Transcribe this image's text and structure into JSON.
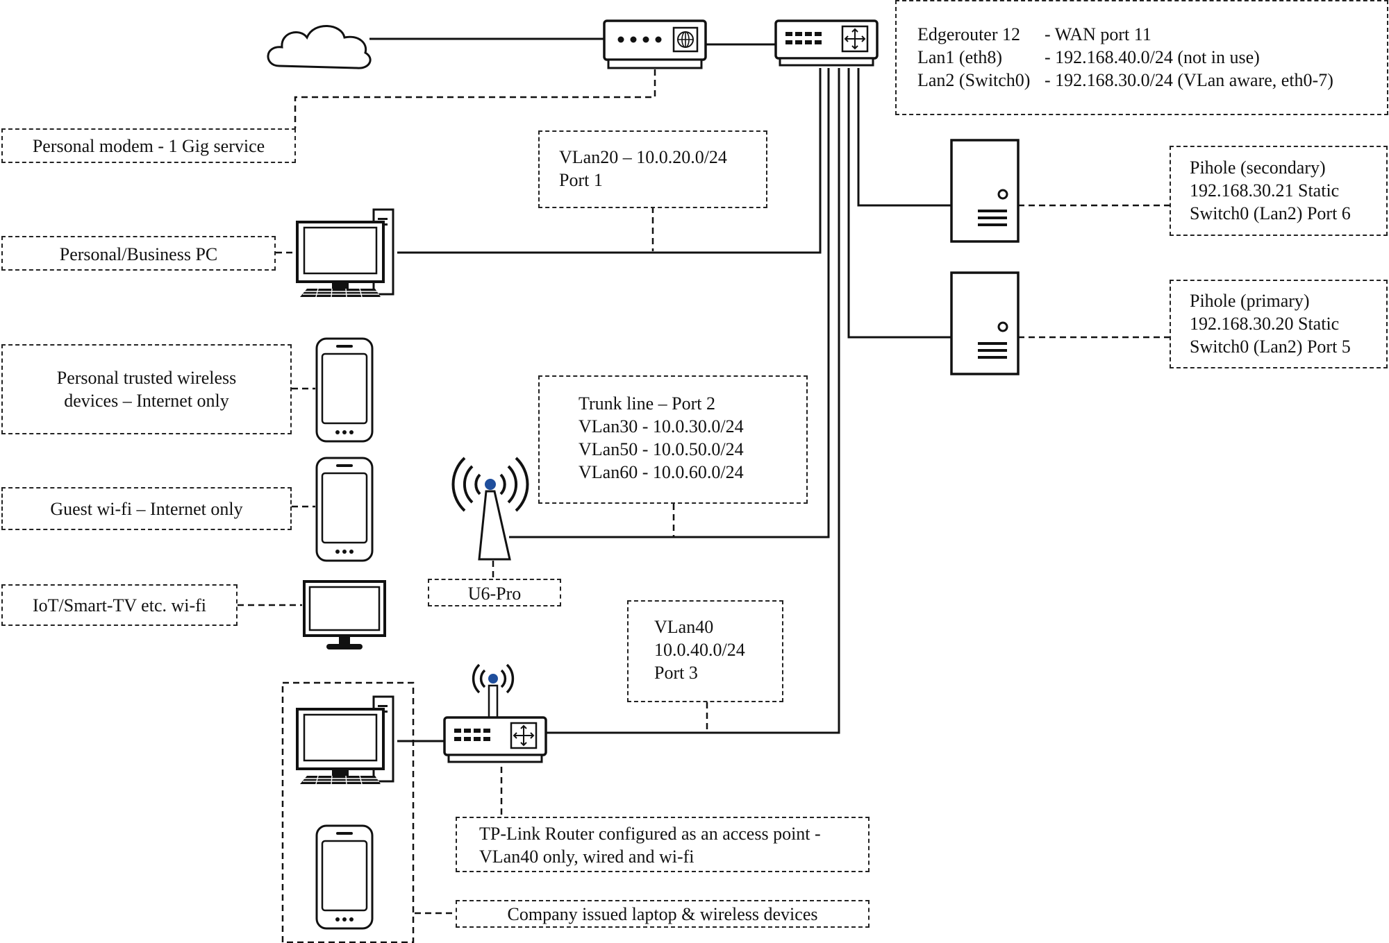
{
  "colors": {
    "line": "#111111",
    "background": "#ffffff",
    "antenna_dot": "#1f4e9c"
  },
  "icons": [
    "cloud-icon",
    "modem-icon",
    "router-icon",
    "server-icon",
    "desktop-pc-icon",
    "smartphone-icon",
    "monitor-icon",
    "access-point-icon",
    "wifi-router-icon"
  ],
  "labels": {
    "edgerouter": [
      [
        "Edgerouter 12",
        "- WAN port 11"
      ],
      [
        "Lan1 (eth8)",
        "- 192.168.40.0/24 (not in use)"
      ],
      [
        "Lan2 (Switch0)",
        "- 192.168.30.0/24 (VLan aware, eth0-7)"
      ]
    ],
    "modem": "Personal modem - 1 Gig service",
    "vlan20": [
      "VLan20 – 10.0.20.0/24",
      "Port 1"
    ],
    "pihole_secondary": [
      "Pihole (secondary)",
      "192.168.30.21 Static",
      "Switch0 (Lan2) Port 6"
    ],
    "pihole_primary": [
      "Pihole (primary)",
      "192.168.30.20 Static",
      "Switch0 (Lan2) Port 5"
    ],
    "pc": "Personal/Business PC",
    "trusted_wireless": [
      "Personal trusted wireless",
      "devices – Internet only"
    ],
    "trunk": [
      "Trunk line – Port 2",
      "VLan30 - 10.0.30.0/24",
      "VLan50 - 10.0.50.0/24",
      "VLan60 - 10.0.60.0/24"
    ],
    "guest": "Guest wi-fi – Internet only",
    "u6pro": "U6-Pro",
    "iot": "IoT/Smart-TV etc. wi-fi",
    "vlan40": [
      "VLan40",
      "10.0.40.0/24",
      "Port 3"
    ],
    "tplink": [
      "TP-Link Router configured as an access point -",
      "VLan40 only, wired and wi-fi"
    ],
    "company": "Company issued laptop & wireless devices"
  }
}
